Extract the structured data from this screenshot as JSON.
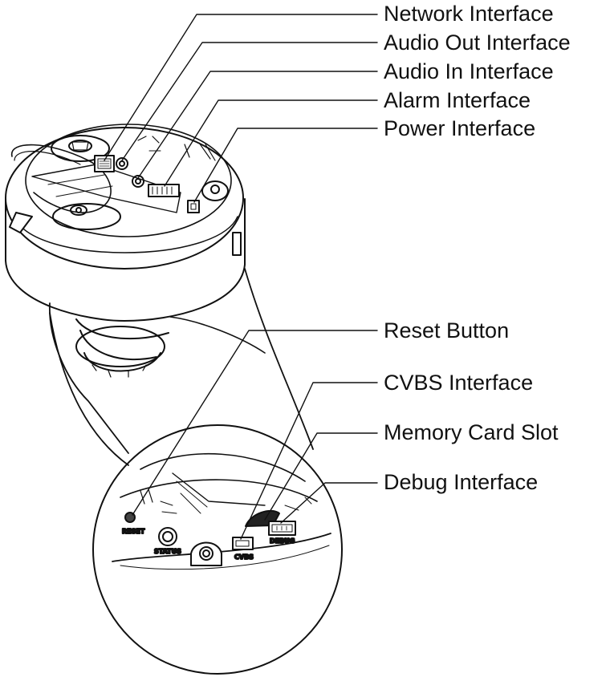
{
  "labels": {
    "network": "Network Interface",
    "audio_out": "Audio Out Interface",
    "audio_in": "Audio In Interface",
    "alarm": "Alarm Interface",
    "power": "Power Interface",
    "reset": "Reset Button",
    "cvbs": "CVBS Interface",
    "memory_card": "Memory Card Slot",
    "debug": "Debug Interface"
  },
  "panel_marks": {
    "reset": "RESET",
    "status": "STATUS",
    "cvbs": "CVBS",
    "debug": "DEBUG"
  }
}
